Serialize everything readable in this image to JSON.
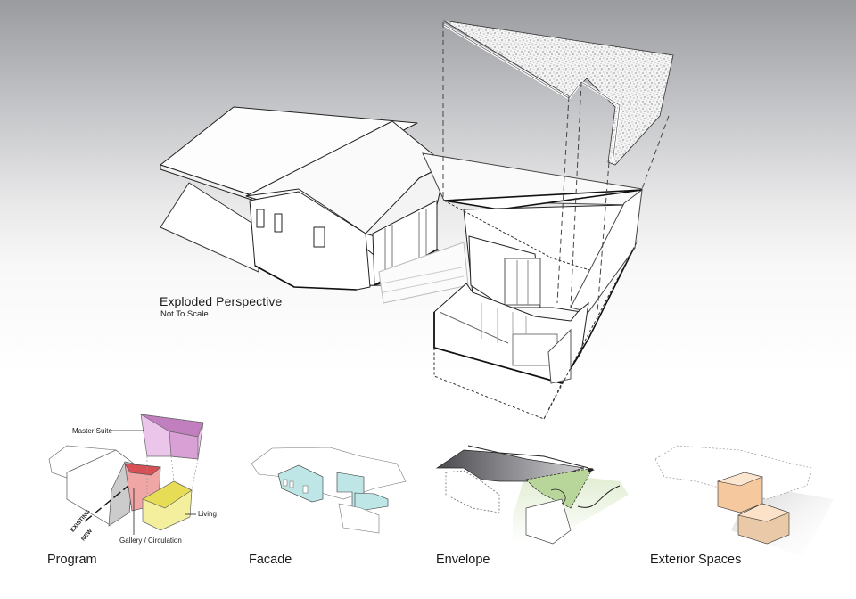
{
  "main": {
    "title": "Exploded Perspective",
    "subtitle": "Not To Scale"
  },
  "panels": [
    {
      "title": "Program",
      "labels": {
        "master_suite": "Master Suite",
        "gallery": "Gallery / Circulation",
        "living": "Living",
        "existing": "EXISTING",
        "new": "NEW"
      },
      "colors": {
        "master_suite": "#d9a9d6",
        "gallery": "#e27b7b",
        "living": "#ede47a"
      }
    },
    {
      "title": "Facade",
      "colors": {
        "facade": "#bfe6e6"
      }
    },
    {
      "title": "Envelope",
      "colors": {
        "roof": "#6e6e72",
        "green_roof": "#b9d69a"
      }
    },
    {
      "title": "Exterior Spaces",
      "colors": {
        "exterior": "#f3c79c"
      }
    }
  ],
  "background": {
    "top": "#9a9b9f",
    "bottom": "#ffffff"
  }
}
